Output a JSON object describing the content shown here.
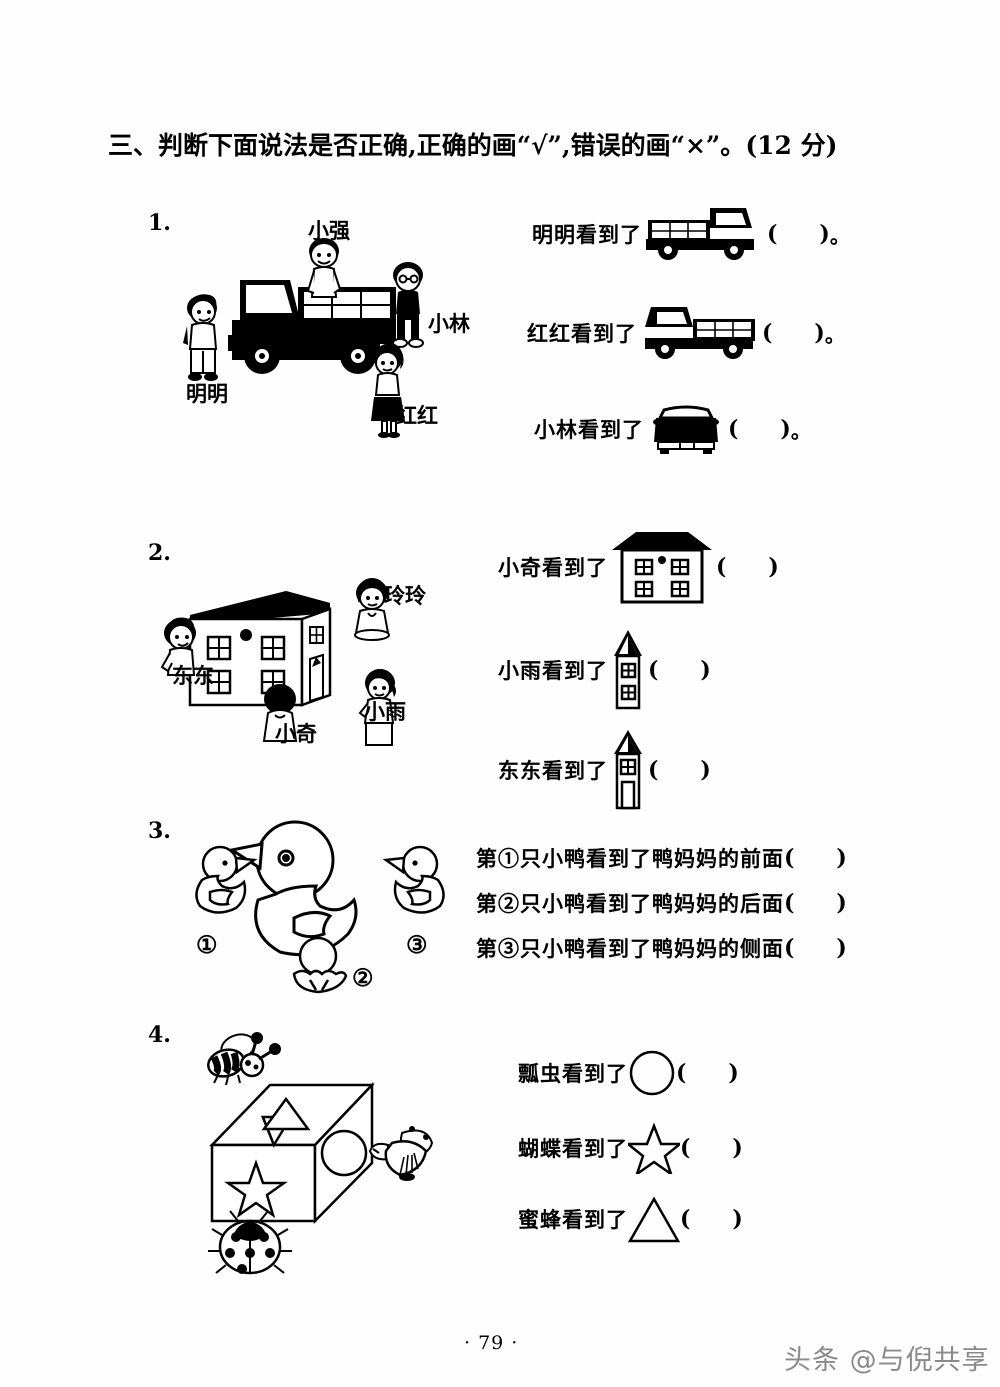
{
  "heading": {
    "text": "三、判断下面说法是否正确,正确的画“√”,错误的画“×”。",
    "score": "(12 分)"
  },
  "questions": [
    {
      "number": "1.",
      "scene": {
        "type": "truck-scene",
        "labels": [
          "小强",
          "小林",
          "明明",
          "红红"
        ]
      },
      "statements": [
        {
          "prefix": "明明看到了",
          "figure": "truck-right-facing",
          "open": "(",
          "close": ")",
          "period": "。"
        },
        {
          "prefix": "红红看到了",
          "figure": "truck-left-facing",
          "open": "(",
          "close": ")",
          "period": "。"
        },
        {
          "prefix": "小林看到了",
          "figure": "truck-front-view",
          "open": "(",
          "close": ")",
          "period": "。"
        }
      ]
    },
    {
      "number": "2.",
      "scene": {
        "type": "house-scene",
        "labels": [
          "玲玲",
          "东东",
          "小奇",
          "小雨"
        ]
      },
      "statements": [
        {
          "prefix": "小奇看到了",
          "figure": "house-front-view",
          "open": "(",
          "close": ")",
          "period": ""
        },
        {
          "prefix": "小雨看到了",
          "figure": "house-side-view",
          "open": "(",
          "close": ")",
          "period": ""
        },
        {
          "prefix": "东东看到了",
          "figure": "house-side-door-view",
          "open": "(",
          "close": ")",
          "period": ""
        }
      ]
    },
    {
      "number": "3.",
      "scene": {
        "type": "duck-scene",
        "labels": [
          "①",
          "②",
          "③"
        ]
      },
      "statements": [
        {
          "prefix": "第①只小鸭看到了鸭妈妈的前面",
          "figure": "",
          "open": "(",
          "close": ")",
          "period": ""
        },
        {
          "prefix": "第②只小鸭看到了鸭妈妈的后面",
          "figure": "",
          "open": "(",
          "close": ")",
          "period": ""
        },
        {
          "prefix": "第③只小鸭看到了鸭妈妈的侧面",
          "figure": "",
          "open": "(",
          "close": ")",
          "period": ""
        }
      ]
    },
    {
      "number": "4.",
      "scene": {
        "type": "box-scene",
        "labels": []
      },
      "statements": [
        {
          "prefix": "瓢虫看到了",
          "figure": "circle-shape",
          "open": "(",
          "close": ")",
          "period": ""
        },
        {
          "prefix": "蝴蝶看到了",
          "figure": "star-shape",
          "open": "(",
          "close": ")",
          "period": ""
        },
        {
          "prefix": "蜜蜂看到了",
          "figure": "triangle-shape",
          "open": "(",
          "close": ")",
          "period": ""
        }
      ]
    }
  ],
  "footer": {
    "page_number": "· 79 ·",
    "watermark": "头条 @与倪共享"
  }
}
